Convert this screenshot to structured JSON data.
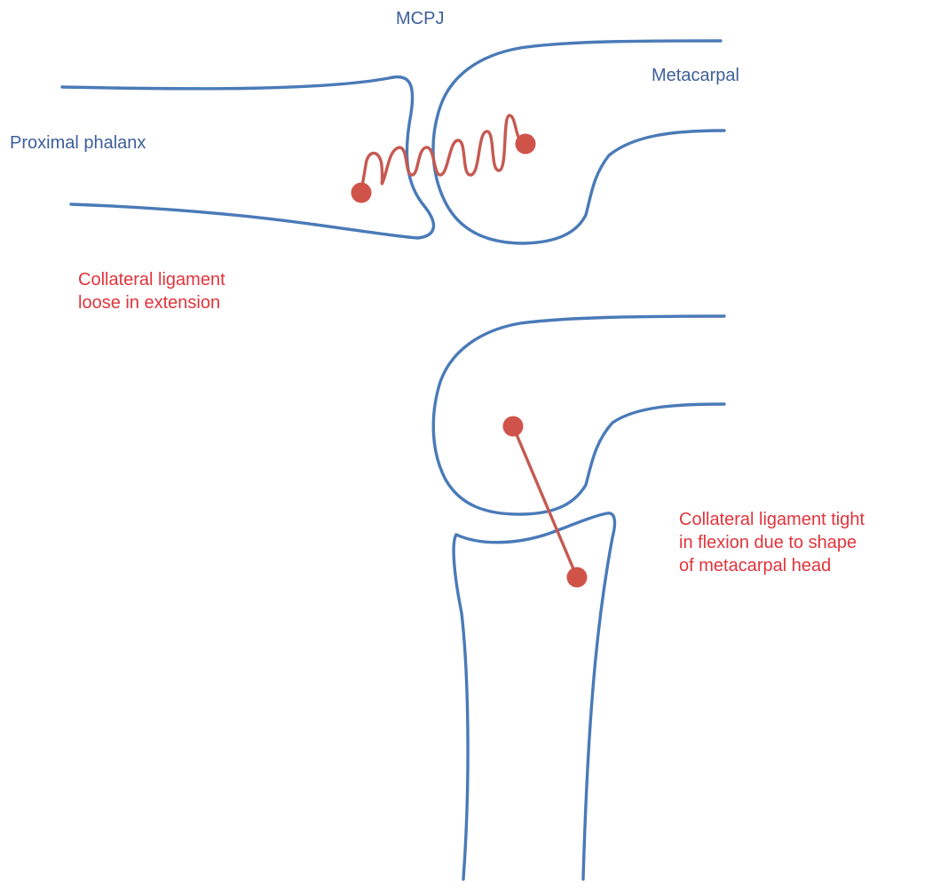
{
  "diagram": {
    "title": "MCPJ",
    "labels": {
      "metacarpal": "Metacarpal",
      "proximal_phalanx": "Proximal phalanx",
      "loose_note": "Collateral ligament\nloose in extension",
      "tight_note": "Collateral ligament tight\nin flexion due to shape\nof metacarpal head"
    },
    "colors": {
      "bone_outline": "#4a7ab8",
      "ligament": "#c55a52",
      "bone_label": "#3e5f9a",
      "ligament_label": "#e0343b"
    },
    "panels": [
      {
        "state": "extension",
        "ligament": "loose"
      },
      {
        "state": "flexion",
        "ligament": "tight"
      }
    ]
  }
}
